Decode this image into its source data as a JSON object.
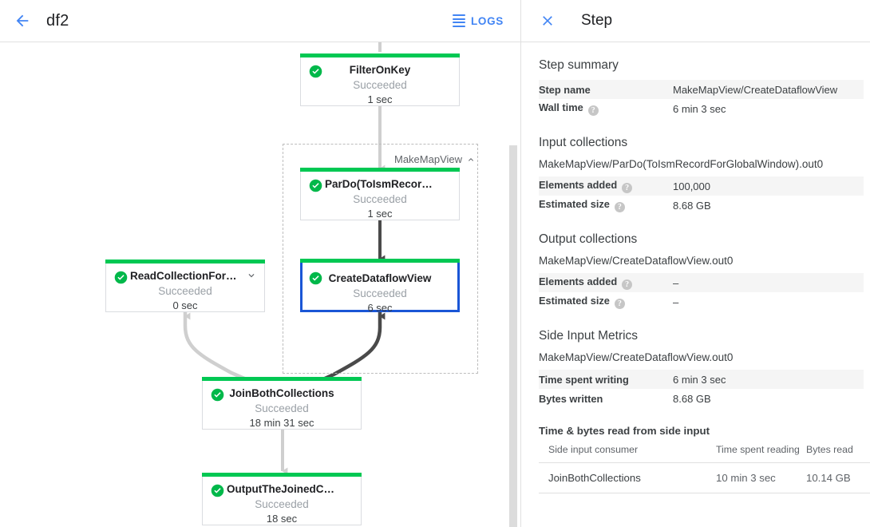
{
  "toolbar": {
    "back_icon": "arrow-left-icon",
    "job_title": "df2",
    "logs_label": "LOGS",
    "logs_icon": "logs-list-icon"
  },
  "graph": {
    "group": {
      "label": "MakeMapView",
      "collapse_icon": "chevron-up-icon"
    },
    "status_color": "#00c853",
    "selected_color": "#1a56d6",
    "nodes": [
      {
        "id": "FilterOnKey",
        "title": "FilterOnKey",
        "status": "Succeeded",
        "time": "1 sec",
        "selected": false,
        "chevron": null
      },
      {
        "id": "ParDo",
        "title": "ParDo(ToIsmRecordFor…)",
        "title_display": "ParDo(ToIsmRecordFor…",
        "status": "Succeeded",
        "time": "1 sec",
        "selected": false,
        "chevron": null
      },
      {
        "id": "CreateDataflowView",
        "title": "CreateDataflowView",
        "status": "Succeeded",
        "time": "6 sec",
        "selected": true,
        "chevron": null
      },
      {
        "id": "ReadCollectionForJoin",
        "title": "ReadCollectionForJoin",
        "status": "Succeeded",
        "time": "0 sec",
        "selected": false,
        "chevron": "chevron-down-icon"
      },
      {
        "id": "JoinBothCollections",
        "title": "JoinBothCollections",
        "status": "Succeeded",
        "time": "18 min 31 sec",
        "selected": false,
        "chevron": null
      },
      {
        "id": "OutputTheJoinedCollection",
        "title": "OutputTheJoinedCollec…",
        "status": "Succeeded",
        "time": "18 sec",
        "selected": false,
        "chevron": null
      }
    ]
  },
  "panel": {
    "close_icon": "close-icon",
    "title": "Step",
    "step_summary": {
      "heading": "Step summary",
      "rows": [
        {
          "key": "Step name",
          "value": "MakeMapView/CreateDataflowView",
          "help": false
        },
        {
          "key": "Wall time",
          "value": "6 min 3 sec",
          "help": true
        }
      ]
    },
    "input_collections": {
      "heading": "Input collections",
      "name": "MakeMapView/ParDo(ToIsmRecordForGlobalWindow).out0",
      "rows": [
        {
          "key": "Elements added",
          "value": "100,000",
          "help": true
        },
        {
          "key": "Estimated size",
          "value": "8.68 GB",
          "help": true
        }
      ]
    },
    "output_collections": {
      "heading": "Output collections",
      "name": "MakeMapView/CreateDataflowView.out0",
      "rows": [
        {
          "key": "Elements added",
          "value": "–",
          "help": true
        },
        {
          "key": "Estimated size",
          "value": "–",
          "help": true
        }
      ]
    },
    "side_input_metrics": {
      "heading": "Side Input Metrics",
      "name": "MakeMapView/CreateDataflowView.out0",
      "rows": [
        {
          "key": "Time spent writing",
          "value": "6 min 3 sec",
          "help": false
        },
        {
          "key": "Bytes written",
          "value": "8.68 GB",
          "help": false
        }
      ]
    },
    "side_input_table": {
      "heading": "Time & bytes read from side input",
      "columns": [
        "Side input consumer",
        "Time spent reading",
        "Bytes read"
      ],
      "rows": [
        [
          "JoinBothCollections",
          "10 min 3 sec",
          "10.14 GB"
        ]
      ]
    }
  }
}
